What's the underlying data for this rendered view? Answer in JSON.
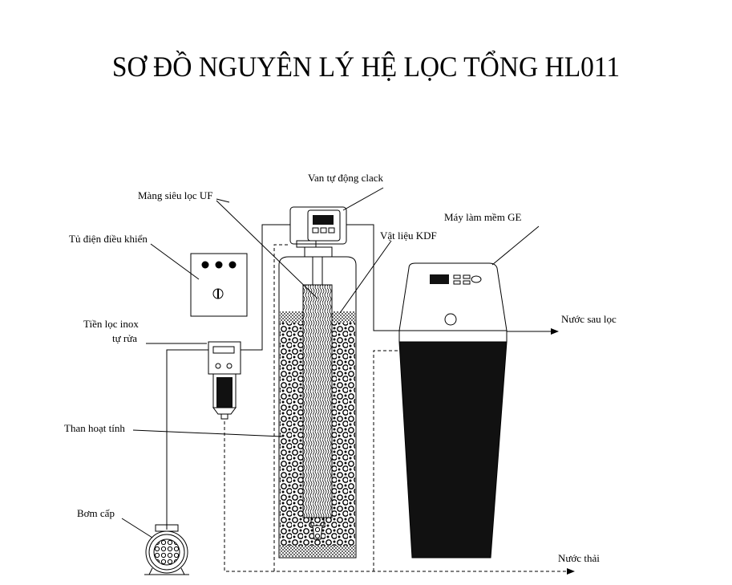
{
  "title": "SƠ ĐỒ NGUYÊN LÝ HỆ LỌC TỔNG HL011",
  "labels": {
    "valve": "Van tự động clack",
    "uf_membrane": "Màng siêu lọc UF",
    "kdf": "Vật liệu KDF",
    "softener": "Máy làm mềm GE",
    "control_box": "Tủ điện điều khiển",
    "prefilter_line1": "Tiền lọc inox",
    "prefilter_line2": "tự rửa",
    "carbon": "Than hoạt tính",
    "pump": "Bơm cấp",
    "outlet": "Nước sau lọc",
    "waste": "Nước thải"
  },
  "colors": {
    "stroke": "#000000",
    "tank_fill": "#111111",
    "background": "#ffffff"
  }
}
